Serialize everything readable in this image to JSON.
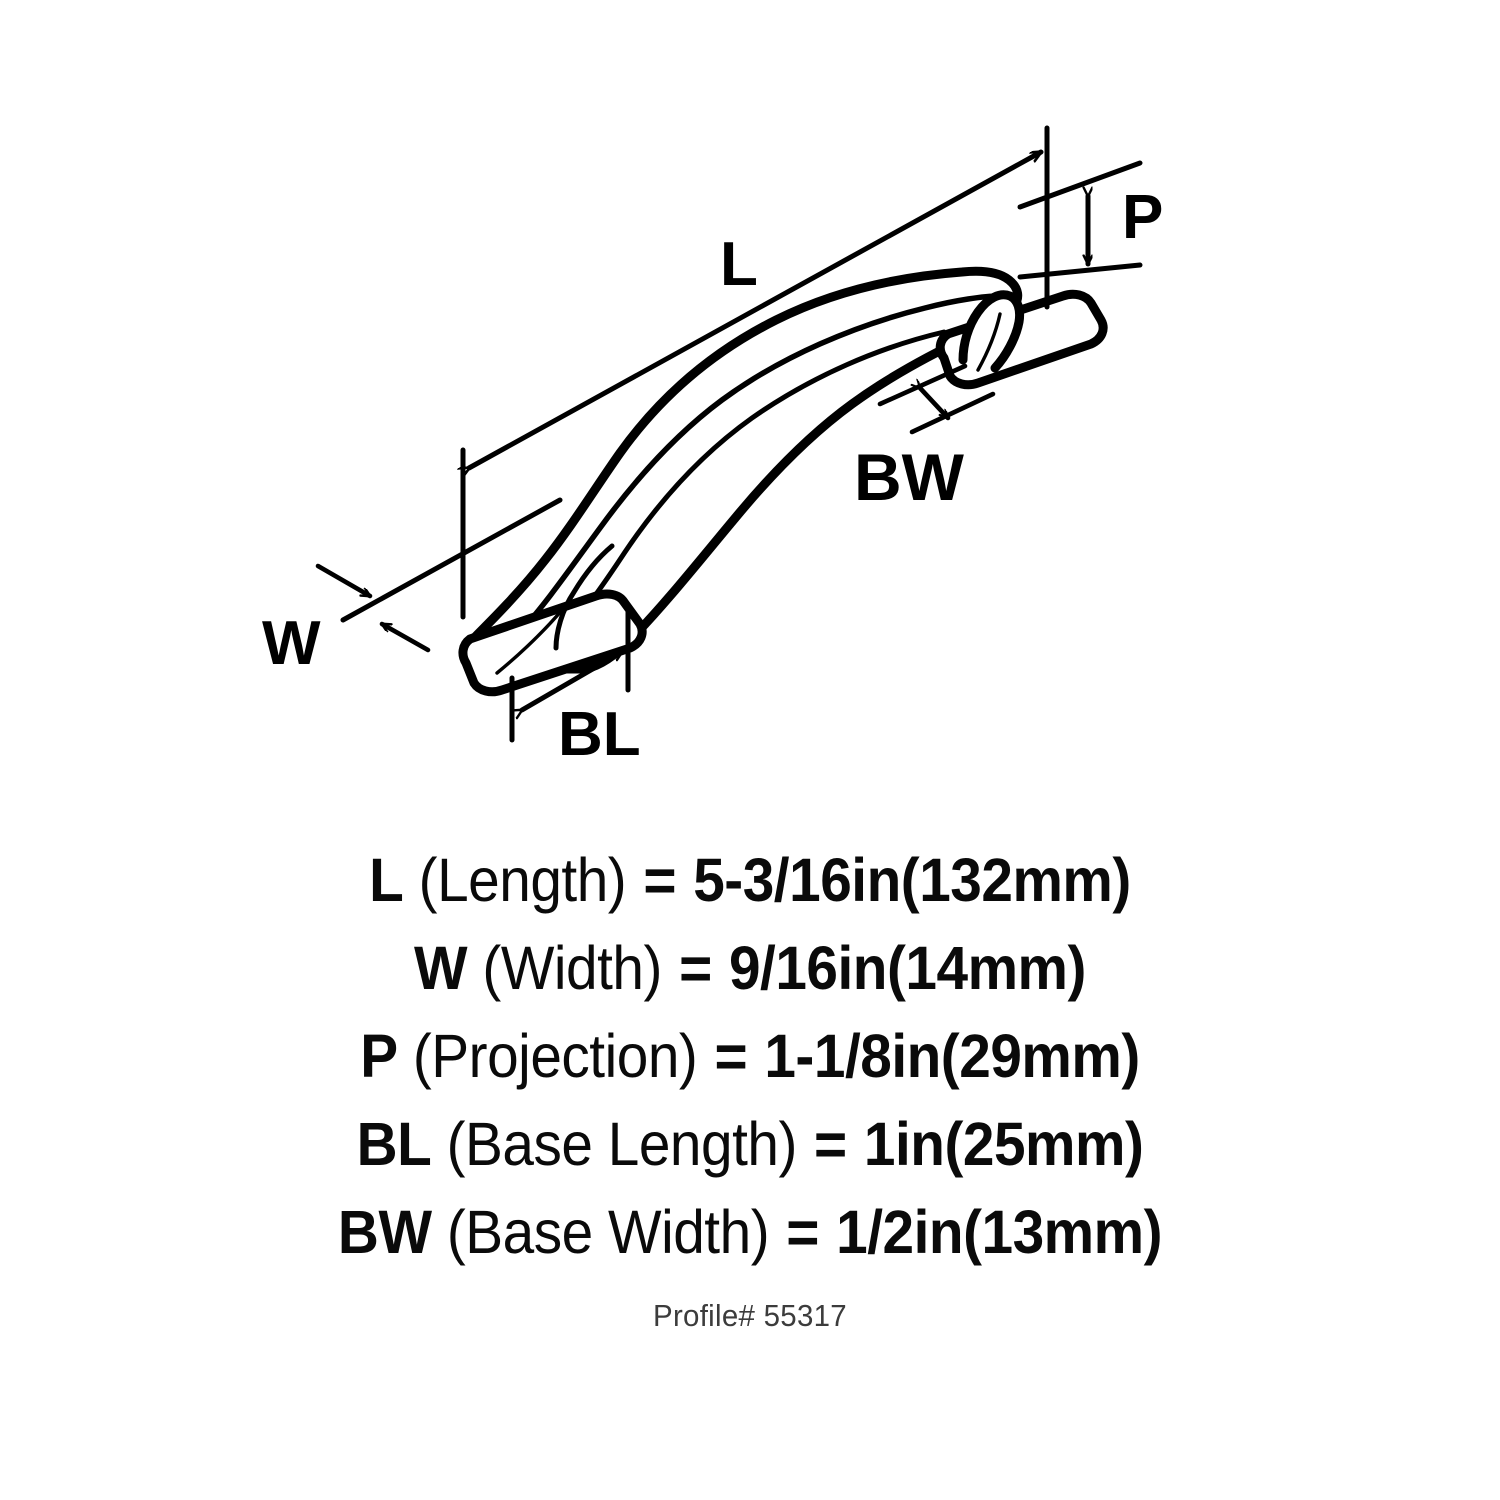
{
  "diagram": {
    "title": "Cabinet pull dimension diagram",
    "product": "bar pull handle",
    "background_color": "#ffffff",
    "line_color": "#000000",
    "dimension_labels": [
      {
        "key": "L",
        "name": "Length",
        "position": "upper-left of drawing"
      },
      {
        "key": "P",
        "name": "Projection",
        "position": "upper-right of drawing"
      },
      {
        "key": "BW",
        "name": "Base Width",
        "position": "middle-right of drawing"
      },
      {
        "key": "W",
        "name": "Width",
        "position": "lower-left of drawing"
      },
      {
        "key": "BL",
        "name": "Base Length",
        "position": "bottom-center of drawing"
      }
    ]
  },
  "specs": [
    {
      "key": "L",
      "name": "(Length)",
      "eq": "=",
      "value": "5-3/16in(132mm)"
    },
    {
      "key": "W",
      "name": "(Width)",
      "eq": "=",
      "value": "9/16in(14mm)"
    },
    {
      "key": "P",
      "name": "(Projection)",
      "eq": "=",
      "value": "1-1/8in(29mm)"
    },
    {
      "key": "BL",
      "name": "(Base Length)",
      "eq": "=",
      "value": "1in(25mm)"
    },
    {
      "key": "BW",
      "name": "(Base Width)",
      "eq": "=",
      "value": "1/2in(13mm)"
    }
  ],
  "profile": {
    "label": "Profile# 55317"
  },
  "callouts": {
    "length": "L",
    "projection": "P",
    "base_width": "BW",
    "width": "W",
    "base_length": "BL"
  }
}
